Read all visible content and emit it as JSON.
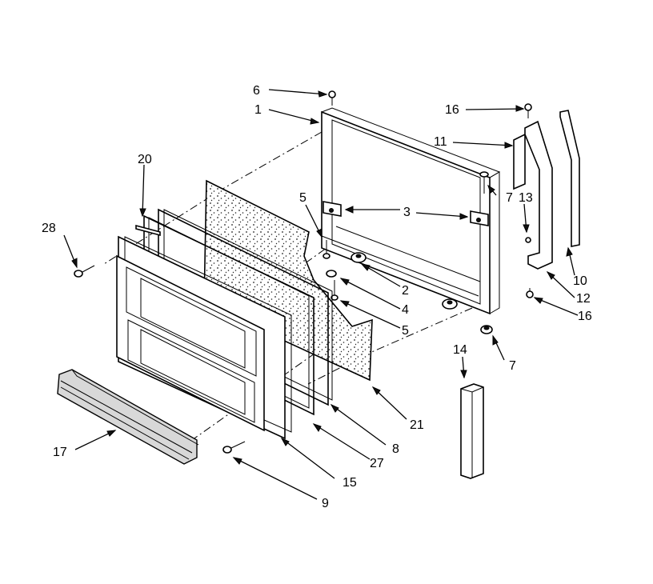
{
  "diagram": {
    "callouts": {
      "c1": "1",
      "c2": "2",
      "c3": "3",
      "c4": "4",
      "c5a": "5",
      "c5b": "5",
      "c6": "6",
      "c7a": "7",
      "c7b": "7",
      "c8": "8",
      "c9": "9",
      "c10": "10",
      "c11": "11",
      "c12": "12",
      "c13": "13",
      "c14": "14",
      "c15": "15",
      "c16a": "16",
      "c16b": "16",
      "c17": "17",
      "c20": "20",
      "c21": "21",
      "c27": "27",
      "c28": "28"
    }
  }
}
